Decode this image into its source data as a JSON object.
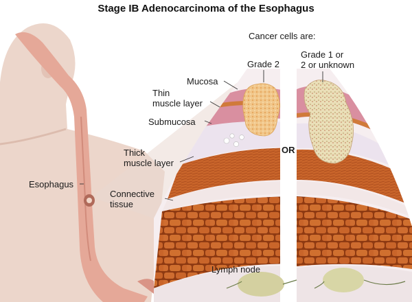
{
  "title": "Stage IB Adenocarcinoma of the Esophagus",
  "cancer_cells_heading": "Cancer cells are:",
  "grade_left": "Grade 2",
  "grade_right": "Grade 1 or\n2 or unknown",
  "or_label": "OR",
  "layers": {
    "mucosa": "Mucosa",
    "thin_muscle": "Thin\nmuscle layer",
    "submucosa": "Submucosa",
    "thick_muscle": "Thick\nmuscle layer",
    "connective": "Connective\ntissue"
  },
  "esophagus": "Esophagus",
  "lymph_node": "Lymph node",
  "colors": {
    "skin": "#ead2c6",
    "esophagus": "#e8b3a6",
    "mucosa": "#d98fa0",
    "muscle": "#c8642a",
    "submucosa": "#ece3ee",
    "tumor": "#f3c98a",
    "lymph": "#d8d6a6"
  }
}
